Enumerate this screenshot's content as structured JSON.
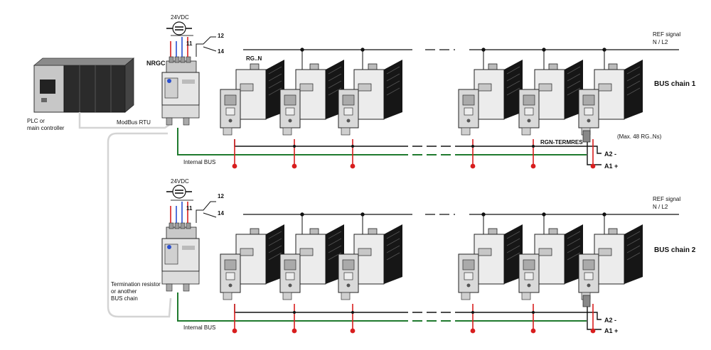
{
  "plc_label_line1": "PLC or",
  "plc_label_line2": "main controller",
  "modbus_label": "ModBus RTU",
  "nrgc_label": "NRGC",
  "supply_label": "24VDC",
  "relay_terminal_common": "11",
  "relay_terminal_a": "12",
  "relay_terminal_b": "14",
  "internal_bus_label": "Internal BUS",
  "rgn_label": "RG..N",
  "termres_label": "RGN-TERMRES",
  "max_label": "(Max. 48 RG..Ns)",
  "ref_signal_line1": "REF signal",
  "ref_signal_line2": "N / L2",
  "terminal_a2": "A2 -",
  "terminal_a1": "A1 +",
  "bus_chain_1": "BUS chain 1",
  "bus_chain_2": "BUS chain 2",
  "termination_line1": "Termination resistor",
  "termination_line2": "or another",
  "termination_line3": "BUS chain",
  "colors": {
    "red_wire": "#d81e1e",
    "green_bus": "#1f7a2e",
    "blue_wire": "#2a4fd0",
    "module_dark": "#1a1a1a"
  }
}
